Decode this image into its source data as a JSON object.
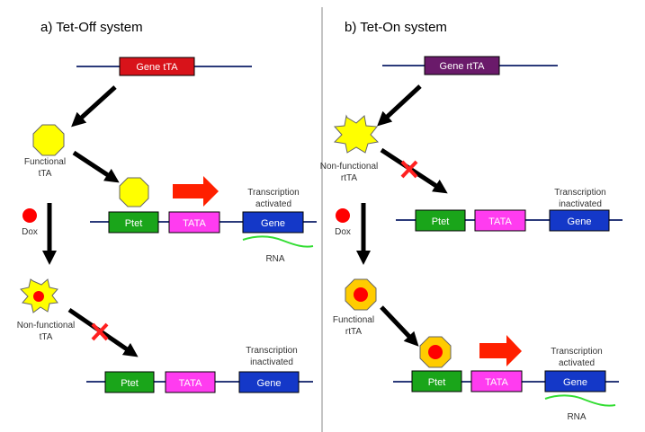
{
  "colors": {
    "line": "#2b3a7a",
    "gene_ttA": "#d8131a",
    "gene_rttA": "#6a1a6a",
    "ptet": "#1aa51a",
    "tata": "#ff3cf0",
    "gene": "#1438c8",
    "yellow": "#ffff00",
    "dox": "#ff0000",
    "rna": "#33dd33",
    "promoter_arrow": "#ff2000",
    "divider": "#888888"
  },
  "left": {
    "title": "a) Tet-Off system",
    "gene_label": "Gene tTA",
    "functional_label_1": "Functional",
    "functional_label_2": "tTA",
    "dox_label": "Dox",
    "nonfunctional_label_1": "Non-functional",
    "nonfunctional_label_2": "tTA",
    "ptet_label": "Ptet",
    "tata_label": "TATA",
    "gene_box_label": "Gene",
    "status_top_1": "Transcription",
    "status_top_2": "activated",
    "rna_label": "RNA",
    "ptet_label_b": "Ptet",
    "tata_label_b": "TATA",
    "gene_box_label_b": "Gene",
    "status_bottom_1": "Transcription",
    "status_bottom_2": "inactivated"
  },
  "right": {
    "title": "b) Tet-On system",
    "gene_label": "Gene rtTA",
    "nonfunctional_label_1": "Non-functional",
    "nonfunctional_label_2": "rtTA",
    "dox_label": "Dox",
    "functional_label_1": "Functional",
    "functional_label_2": "rtTA",
    "ptet_label": "Ptet",
    "tata_label": "TATA",
    "gene_box_label": "Gene",
    "status_top_1": "Transcription",
    "status_top_2": "inactivated",
    "ptet_label_b": "Ptet",
    "tata_label_b": "TATA",
    "gene_box_label_b": "Gene",
    "status_bottom_1": "Transcription",
    "status_bottom_2": "activated",
    "rna_label": "RNA"
  }
}
